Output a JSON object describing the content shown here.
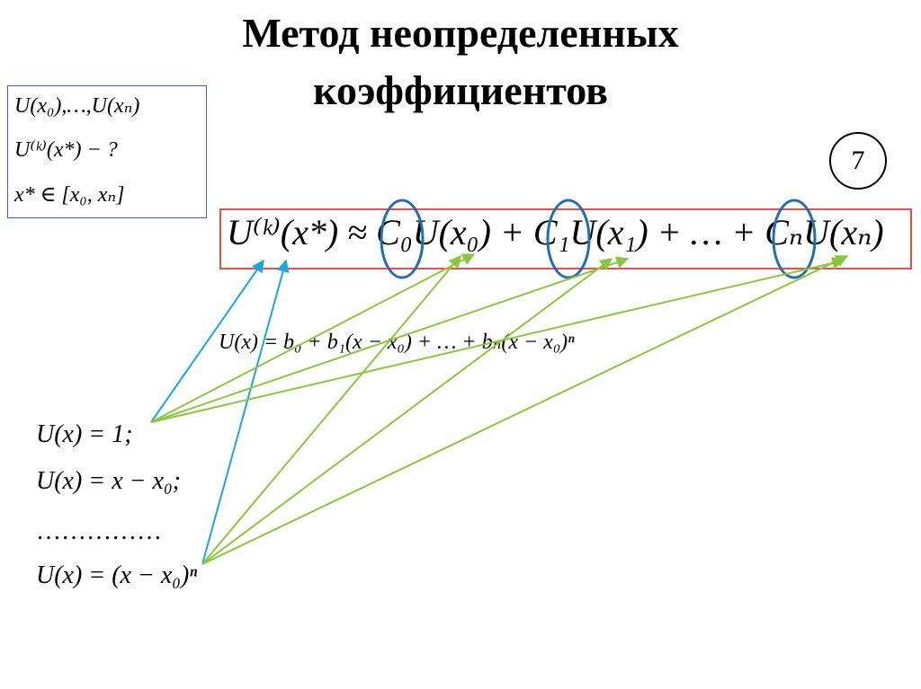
{
  "title": {
    "line1": "Метод неопределенных",
    "line2": "коэффициентов"
  },
  "givens": {
    "values": "U(x₀),…,U(xₙ)",
    "target": "U⁽ᵏ⁾(x*) − ?",
    "interval": "x* ∈ [x₀, xₙ]"
  },
  "slide_number": "7",
  "main_formula": "U⁽ᵏ⁾(x*) ≈ C₀U(x₀) + C₁U(x₁) + … + CₙU(xₙ)",
  "polynomial": "U(x) = b₀ + b₁(x − x₀) + … + bₙ(x − x₀)ⁿ",
  "basis": {
    "f0": "U(x) = 1;",
    "f1": "U(x) = x − x₀;",
    "dots": "……………",
    "fn": "U(x) = (x − x₀)ⁿ"
  },
  "colors": {
    "givens_border": "#3a5fcd",
    "formula_border": "#e4514a",
    "coefficient_circle": "#1f6fb2",
    "blue_arrow": "#1ba6e0",
    "green_arrow": "#8cc63f"
  }
}
